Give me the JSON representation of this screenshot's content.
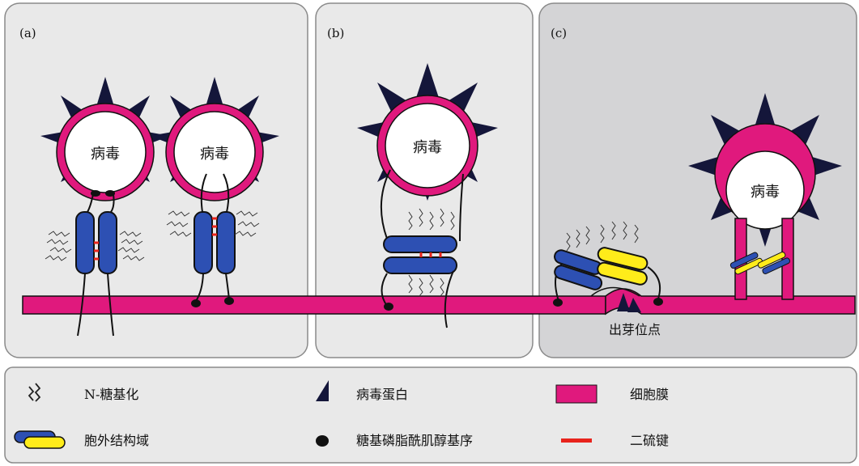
{
  "panels": {
    "a": {
      "label": "(a)"
    },
    "b": {
      "label": "(b)"
    },
    "c": {
      "label": "(c)"
    }
  },
  "virus_label": "病毒",
  "budding_site_label": "出芽位点",
  "legend": {
    "n_glycosylation": "N-糖基化",
    "viral_protein": "病毒蛋白",
    "cell_membrane": "细胞膜",
    "ectodomain": "胞外结构域",
    "gpi_anchor": "糖基磷脂酰肌醇基序",
    "disulfide": "二硫键"
  },
  "colors": {
    "membrane": "#e0197d",
    "viral_protein": "#14163a",
    "domain_blue": "#2d50b3",
    "domain_yellow": "#ffec1a",
    "disulfide": "#e8231c",
    "panel_light": "#e9e9e9",
    "panel_dark": "#d4d4d6"
  }
}
